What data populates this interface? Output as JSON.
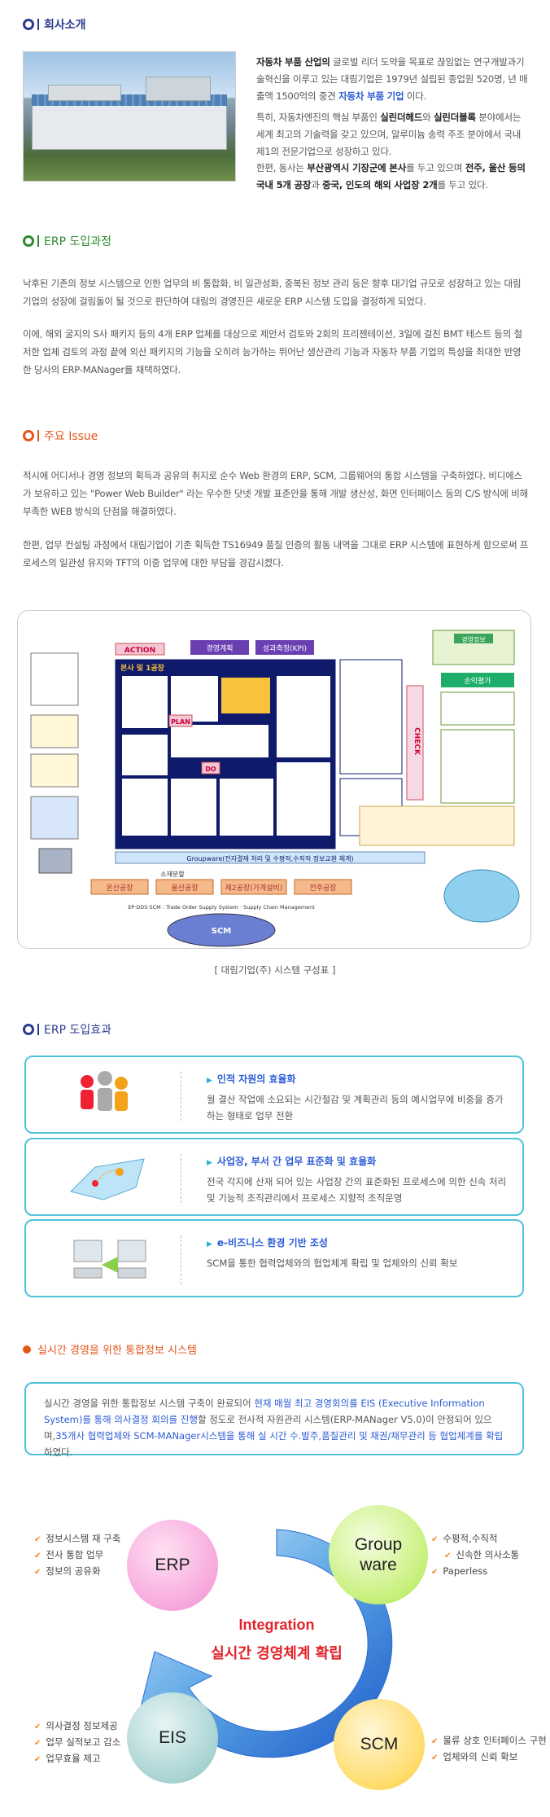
{
  "colors": {
    "navy": "#2b3a8c",
    "green": "#2e8b2e",
    "orange": "#e4571c",
    "blue": "#2b5bd6",
    "cyan": "#4fc3d9"
  },
  "company": {
    "heading": "회사소개",
    "p1_a": "자동차 부품 산업의",
    "p1_b": " 글로벌 리더 도약을 목표로 끊임없는 연구개발과기술혁신을 이루고 있는 대림기업은 1979년 설립된 종업원 520명, 년 매출액 1500억의 중견 ",
    "p1_c": "자동차 부품 기업",
    "p1_d": " 이다.",
    "p2_a": "특히, 자동차엔진의 핵심 부품인 ",
    "p2_b": "실린더헤드",
    "p2_c": "와 ",
    "p2_d": "실린더블록",
    "p2_e": " 분야에서는 세계 최고의 기술력을 갖고 있으며, 알루미늄 송력 주조 분야에서 국내 제1의 전문기업으로 성장하고 있다.",
    "p3_a": "한편, 동사는 ",
    "p3_b": "부산광역시 기장군에 본사",
    "p3_c": "를 두고 있으며 ",
    "p3_d": "전주, 울산 등의 국내 5개 공장",
    "p3_e": "과 ",
    "p3_f": "중국, 인도의 해외 사업장 2개",
    "p3_g": "를 두고 있다."
  },
  "erp_intro": {
    "heading": "ERP 도입과정",
    "p1": "낙후된 기존의 정보 시스템으로 인한 업무의 비 통합화, 비 일관성화, 중복된 정보 관리 등은 향후 대기업 규모로 성장하고 있는 대림기업의 성장에 걸림돌이 될 것으로 판단하여 대림의 경영진은 새로운 ERP 시스템 도입을 결정하게 되었다.",
    "p2": "이에, 해외 굴지의 S사 패키지 등의 4개 ERP 업체를 대상으로 제안서 검토와 2회의 프리젠테이션,  3일에 걸친 BMT 테스트 등의 철저한 업체 검토의 과정 끝에 외산 패키지의 기능을 오히려 능가하는 뛰어난 생산관리 기능과 자동차 부품 기업의 특성을 최대한 반영한 당사의 ERP-MANager를 채택하였다."
  },
  "issue": {
    "heading": "주요 Issue",
    "p1": "적시에 어디서나 경영 정보의 획득과 공유의 취지로 순수 Web 환경의 ERP, SCM, 그룹웨어의 통합 시스템을 구축하였다. 비디에스가 보유하고 있는  \"Power Web Builder\" 라는 우수한 닷넷 개발 표준안을 통해 개발 생산성, 화면 인터페이스 등의 C/S 방식에 비해 부족한 WEB 방식의 단점을 해결하였다.",
    "p2": "한편, 업무 컨설팅 과정에서 대림기업이 기존 획득한 TS16949 품질 인증의 활동 내역을 그대로 ERP 시스템에 표현하게 함으로써 프로세스의 일관성 유지와 TFT의 이중 업무에 대한 부담을 경감시켰다."
  },
  "diagram": {
    "caption": "[ 대림기업(주)  시스템 구성표 ]",
    "labels": {
      "action": "ACTION",
      "plan": "PLAN",
      "do": "DO",
      "check": "CHECK",
      "strategy": "경영계획",
      "ksig": "성과측정(KPI)",
      "dashboard": "경영정보",
      "eval": "손익평가",
      "hq": "본사 및 1공장",
      "bottom": "Groupware(전자결재 처리 및 수평적,수직적 정보교환 체계)",
      "branch": "소재분할",
      "plant1": "온산공장",
      "plant2": "울산공장",
      "plant3": "제2공장(가계설비)",
      "plant4": "전주공장",
      "scm": "SCM",
      "scm_sub": "EP·DDS·SCM : Trade Order Supply System · Supply Chain Management"
    }
  },
  "effects": {
    "heading": "ERP 도입효과",
    "items": [
      {
        "title": "인적 자원의 효율화",
        "desc": "월 결산 작업에 소요되는 시간절감 및 계획관리 등의 예시업무에 비중을 증가하는 형태로 업무 전환"
      },
      {
        "title": "사업장, 부서 간 업무 표준화 및 효율화",
        "desc": "전국 각지에 산재 되어 있는 사업장 간의 표준화된 프로세스에 의한 신속 처리 및 기능적 조직관리에서 프로세스 지향적 조직운영"
      },
      {
        "title": "e-비즈니스 환경 기반 조성",
        "desc": "SCM을 통한 협력업체와의 협업체계 확립 및 업체와의 신뢰 확보"
      }
    ]
  },
  "realtime": {
    "heading": "실시간 경영을 위한 통합정보 시스템",
    "a": "실시간 경영을 위한 통합정보 시스템 구축이 완료되어 ",
    "b": "현재 매월 최고 경영회의를 EIS (Executive Information System)를 통해 의사결정 회의를 진행",
    "c": "할 정도로 전사적 자원관리 시스템(ERP-MANager V5.0)이 안정되어 있으며,",
    "d": "35개사 협력업체와 SCM-MANager시스템을 통해 실 시간 수.발주,품질관리 및 채권/채무관리 등 협업체계를 확립",
    "e": "하였다."
  },
  "integration": {
    "center_en": "Integration",
    "center_kr": "실시간 경영체계 확립",
    "erp": "ERP",
    "groupware_1": "Group",
    "groupware_2": "ware",
    "eis": "EIS",
    "scm": "SCM",
    "erp_points": [
      "정보시스템 재 구축",
      "전사 통합 업무",
      "정보의 공유화"
    ],
    "groupware_points": [
      "수평적,수직적",
      "신속한 의사소통",
      "Paperless"
    ],
    "eis_points": [
      "의사결정 정보제공",
      "업무 실적보고 감소",
      "업무효율 제고"
    ],
    "scm_points": [
      "물류 상호 인터페이스 구현",
      "업체와의 신뢰 확보"
    ]
  }
}
